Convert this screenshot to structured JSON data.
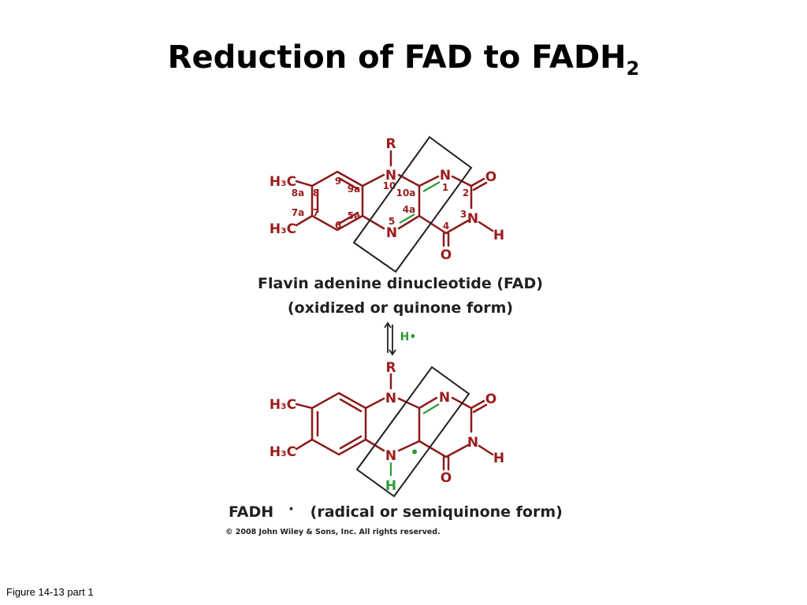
{
  "slide": {
    "title_main": "Reduction of FAD to FADH",
    "title_sub": "2",
    "footer": "Figure 14-13 part 1",
    "copyright": "© 2008 John Wiley & Sons, Inc. All rights reserved."
  },
  "colors": {
    "bond": "#8b1a1a",
    "atom": "#9b1c1c",
    "green": "#2e9a3a",
    "box": "#231f20"
  },
  "fad": {
    "r": "R",
    "n10": "N",
    "n1": "N",
    "n5": "N",
    "n3": "N",
    "o2": "O",
    "o4": "O",
    "h3": "H",
    "ch3_top": "H₃C",
    "ch3_bottom": "H₃C",
    "num_9": "9",
    "num_8": "8",
    "num_8a": "8a",
    "num_9a": "9a",
    "num_10": "10",
    "num_10a": "10a",
    "num_1": "1",
    "num_2": "2",
    "num_3": "3",
    "num_4": "4",
    "num_4a": "4a",
    "num_5": "5",
    "num_5a": "5a",
    "num_6": "6",
    "num_7": "7",
    "num_7a": "7a",
    "name_line1": "Flavin adenine dinucleotide (FAD)",
    "name_line2": "(oxidized or quinone form)"
  },
  "reaction": {
    "reagent": "H•"
  },
  "fadh": {
    "r": "R",
    "n10": "N",
    "n1": "N",
    "n5": "N",
    "n3": "N",
    "o2": "O",
    "o4": "O",
    "h3": "H",
    "h5": "H",
    "radical_dot": "•",
    "ch3_top": "H₃C",
    "ch3_bottom": "H₃C",
    "name_main": "FADH",
    "name_dot": "·",
    "name_form": "(radical or semiquinone form)"
  }
}
